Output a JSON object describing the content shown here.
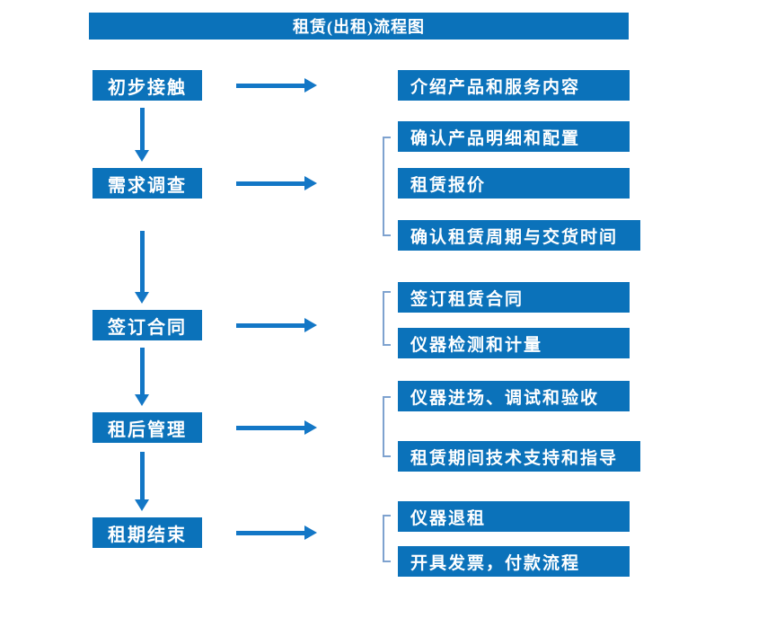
{
  "title": "租赁(出租)流程图",
  "colors": {
    "box_blue": "#0b72ba",
    "arrow_blue": "#1377c6",
    "bracket_blue": "#7ea2cf",
    "text_white": "#ffffff",
    "background": "#ffffff"
  },
  "steps": [
    {
      "label": "初步接触",
      "details": [
        "介绍产品和服务内容"
      ]
    },
    {
      "label": "需求调查",
      "details": [
        "确认产品明细和配置",
        "租赁报价",
        "确认租赁周期与交货时间"
      ]
    },
    {
      "label": "签订合同",
      "details": [
        "签订租赁合同",
        "仪器检测和计量"
      ]
    },
    {
      "label": "租后管理",
      "details": [
        "仪器进场、调试和验收",
        "租赁期间技术支持和指导"
      ]
    },
    {
      "label": "租期结束",
      "details": [
        "仪器退租",
        "开具发票，付款流程"
      ]
    }
  ]
}
